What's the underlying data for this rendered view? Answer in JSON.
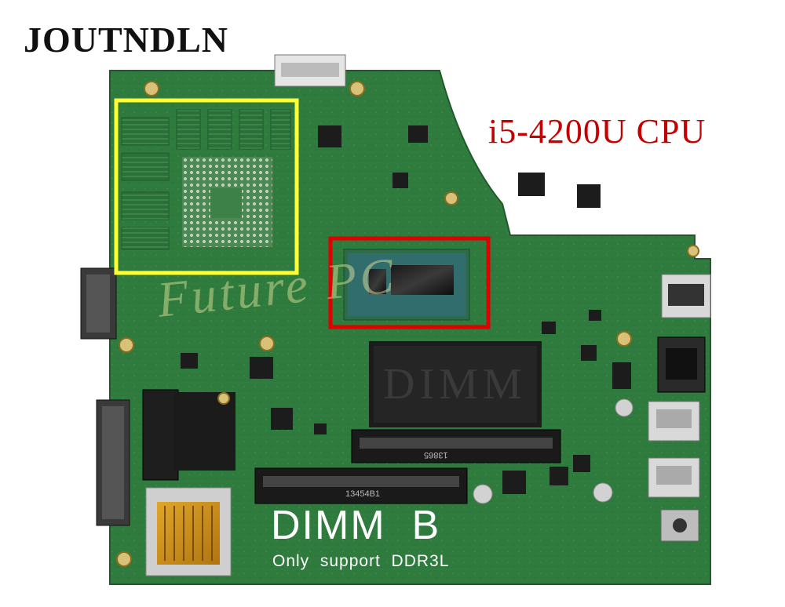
{
  "header": {
    "brand": "JOUTNDLN"
  },
  "annotations": {
    "cpu_label": "i5-4200U  CPU",
    "highlight_gpu_color": "#ffff33",
    "highlight_cpu_color": "#e00000",
    "label_color": "#c40000"
  },
  "board": {
    "pcb_color": "#2f7a3d",
    "dimm_label": "DIMM  B",
    "ddr_label": "Only  support  DDR3L",
    "chip_marking": "DIMM",
    "slot_marking_top": "13865",
    "slot_marking_bottom": "13454B1"
  },
  "watermark": {
    "text": "Future PC"
  }
}
